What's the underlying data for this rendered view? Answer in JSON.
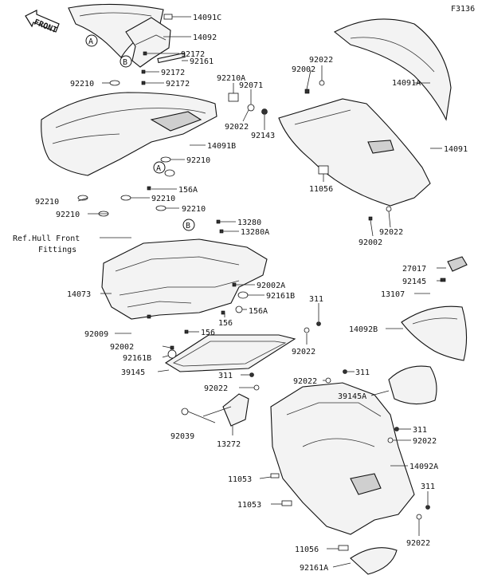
{
  "figure_code": "F3136",
  "front_arrow_label": "FRONT",
  "callouts": {
    "a": "A",
    "b": "B"
  },
  "labels": {
    "p14091C": "14091C",
    "p14092_top": "14092",
    "p92172_a": "92172",
    "p92161_top": "92161",
    "p92172_b": "92172",
    "p92172_c": "92172",
    "p92210_a": "92210",
    "p92210A": "92210A",
    "p92071": "92071",
    "p92022_top": "92022",
    "p92002_top": "92002",
    "p14091A": "14091A",
    "p92022_mid": "92022",
    "p92143": "92143",
    "p14091B": "14091B",
    "p14091": "14091",
    "p92210_b": "92210",
    "p11056_top": "11056",
    "p156A_top": "156A",
    "p92210_c": "92210",
    "p92210_d": "92210",
    "p92210_e": "92210",
    "p92210_f": "92210",
    "p92002_right": "92002",
    "p92022_right": "92022",
    "p13280": "13280",
    "p13280A": "13280A",
    "ref_hull_line1": "Ref.Hull Front",
    "ref_hull_line2": "Fittings",
    "p27017": "27017",
    "p92145": "92145",
    "p13107": "13107",
    "p14073": "14073",
    "p92002A": "92002A",
    "p92161B_a": "92161B",
    "p156A_mid": "156A",
    "p156_a": "156",
    "p311_a": "311",
    "p92009": "92009",
    "p156_b": "156",
    "p92002_low": "92002",
    "p92161B_b": "92161B",
    "p92022_low": "92022",
    "p14092B": "14092B",
    "p39145": "39145",
    "p311_b": "311",
    "p311_c": "311",
    "p92022_c": "92022",
    "p92022_d": "92022",
    "p39145A": "39145A",
    "p92039": "92039",
    "p13272": "13272",
    "p311_d": "311",
    "p92022_e": "92022",
    "p14092A": "14092A",
    "p11053_a": "11053",
    "p11053_b": "11053",
    "p311_e": "311",
    "p92022_f": "92022",
    "p11056_low": "11056",
    "p92161A": "92161A"
  }
}
